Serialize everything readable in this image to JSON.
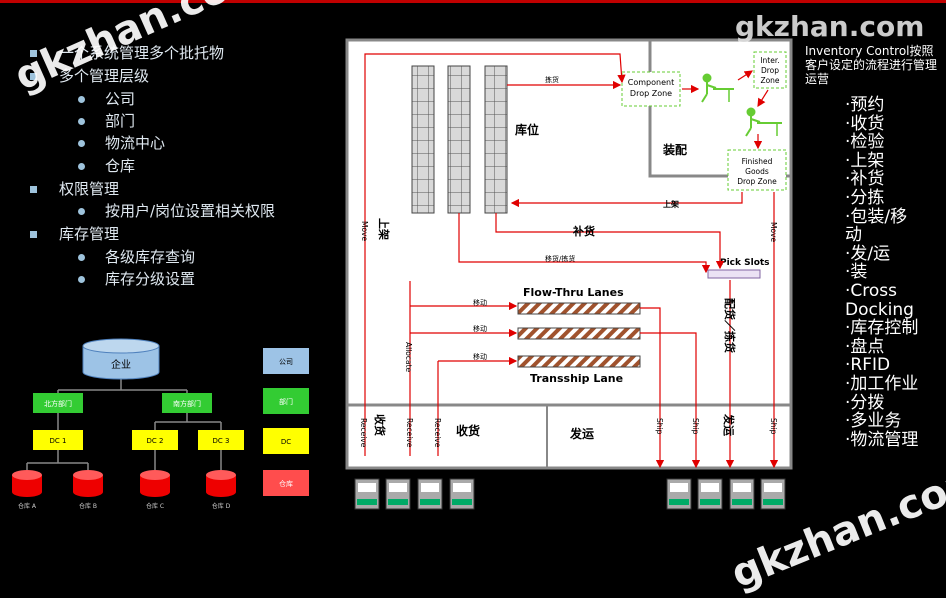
{
  "watermark": "gkzhan.com",
  "left_bullets": [
    {
      "level": 1,
      "text": "一个系统管理多个批托物"
    },
    {
      "level": 1,
      "text": "多个管理层级"
    },
    {
      "level": 2,
      "text": "公司"
    },
    {
      "level": 2,
      "text": "部门"
    },
    {
      "level": 2,
      "text": "物流中心"
    },
    {
      "level": 2,
      "text": "仓库"
    },
    {
      "level": 1,
      "text": "权限管理"
    },
    {
      "level": 2,
      "text": "按用户/岗位设置相关权限"
    },
    {
      "level": 1,
      "text": "库存管理"
    },
    {
      "level": 2,
      "text": "各级库存查询"
    },
    {
      "level": 2,
      "text": "库存分级设置"
    }
  ],
  "org_chart": {
    "root": "企业",
    "depts": [
      "北方部门",
      "南方部门"
    ],
    "dcs": [
      "DC 1",
      "DC 2",
      "DC 3"
    ],
    "warehouses": [
      "仓库 A",
      "仓库 B",
      "仓库 C",
      "仓库 D"
    ],
    "legend": [
      {
        "label": "公司",
        "color": "#9dc3e6"
      },
      {
        "label": "部门",
        "color": "#33cc33"
      },
      {
        "label": "DC",
        "color": "#ffff00"
      },
      {
        "label": "仓库",
        "color": "#ff4d4d"
      }
    ]
  },
  "warehouse": {
    "storage_label": "库位",
    "assembly_label": "装配",
    "component_zone": [
      "Component",
      "Drop Zone"
    ],
    "inter_zone": [
      "Inter.",
      "Drop",
      "Zone"
    ],
    "finished_zone": [
      "Finished",
      "Goods",
      "Drop Zone"
    ],
    "pick_slots": "Pick Slots",
    "flow_thru": "Flow-Thru Lanes",
    "transship": "Transship Lane",
    "receiving": "收货",
    "shipping": "发运",
    "labels": {
      "move_left": "Move",
      "putaway": "上架",
      "pick": "拣货",
      "putaway2": "上架",
      "replenish": "补货",
      "move_pick": "移货/拣货",
      "allocate": "Allocate",
      "move1": "移动",
      "move2": "移动",
      "move3": "移动",
      "move_right": "Move",
      "pack_ship": "配货／拣货",
      "receive1": "Receive",
      "receive_cn": "收货",
      "receive2": "Receive",
      "receive3": "Receive",
      "ship1": "Ship",
      "ship2": "Ship",
      "ship_cn": "发运",
      "ship3": "Ship"
    }
  },
  "inventory_note": "Inventory Control按照客户设定的流程进行管理运营",
  "right_list": [
    "·预约",
    "·收货",
    "·检验",
    "·上架",
    "·补货",
    "·分拣",
    "·包装/移",
    "动",
    "·发/运",
    "·装",
    "·Cross",
    "  Docking",
    "·库存控制",
    "·盘点",
    "·RFID",
    "·加工作业",
    "·分拨",
    "·多业务",
    "·物流管理"
  ]
}
